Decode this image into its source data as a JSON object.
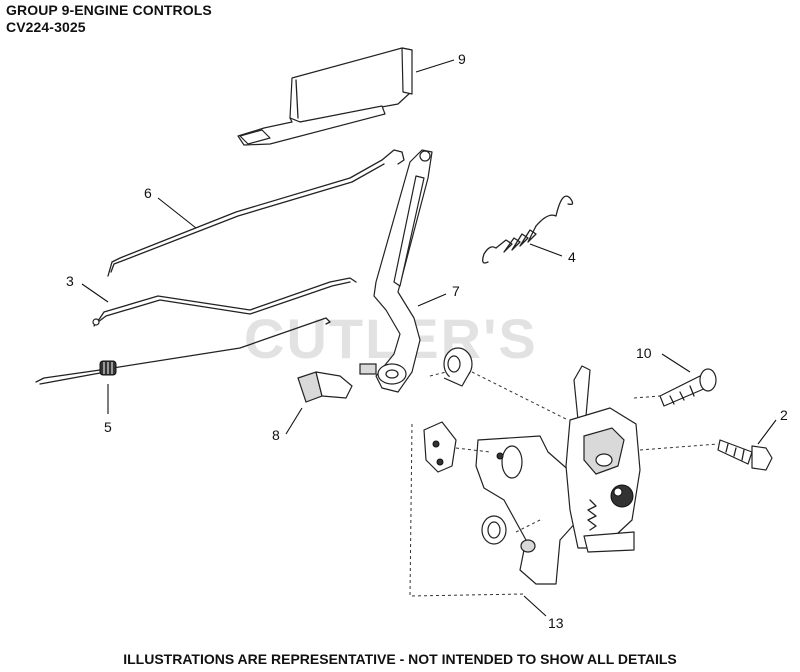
{
  "header": {
    "title": "GROUP 9-ENGINE CONTROLS",
    "model": "CV224-3025"
  },
  "watermark": "CUTLER'S",
  "callouts": [
    "9",
    "6",
    "3",
    "5",
    "4",
    "7",
    "8",
    "10",
    "2",
    "13"
  ],
  "footer": "ILLUSTRATIONS ARE REPRESENTATIVE - NOT INTENDED TO SHOW ALL DETAILS"
}
